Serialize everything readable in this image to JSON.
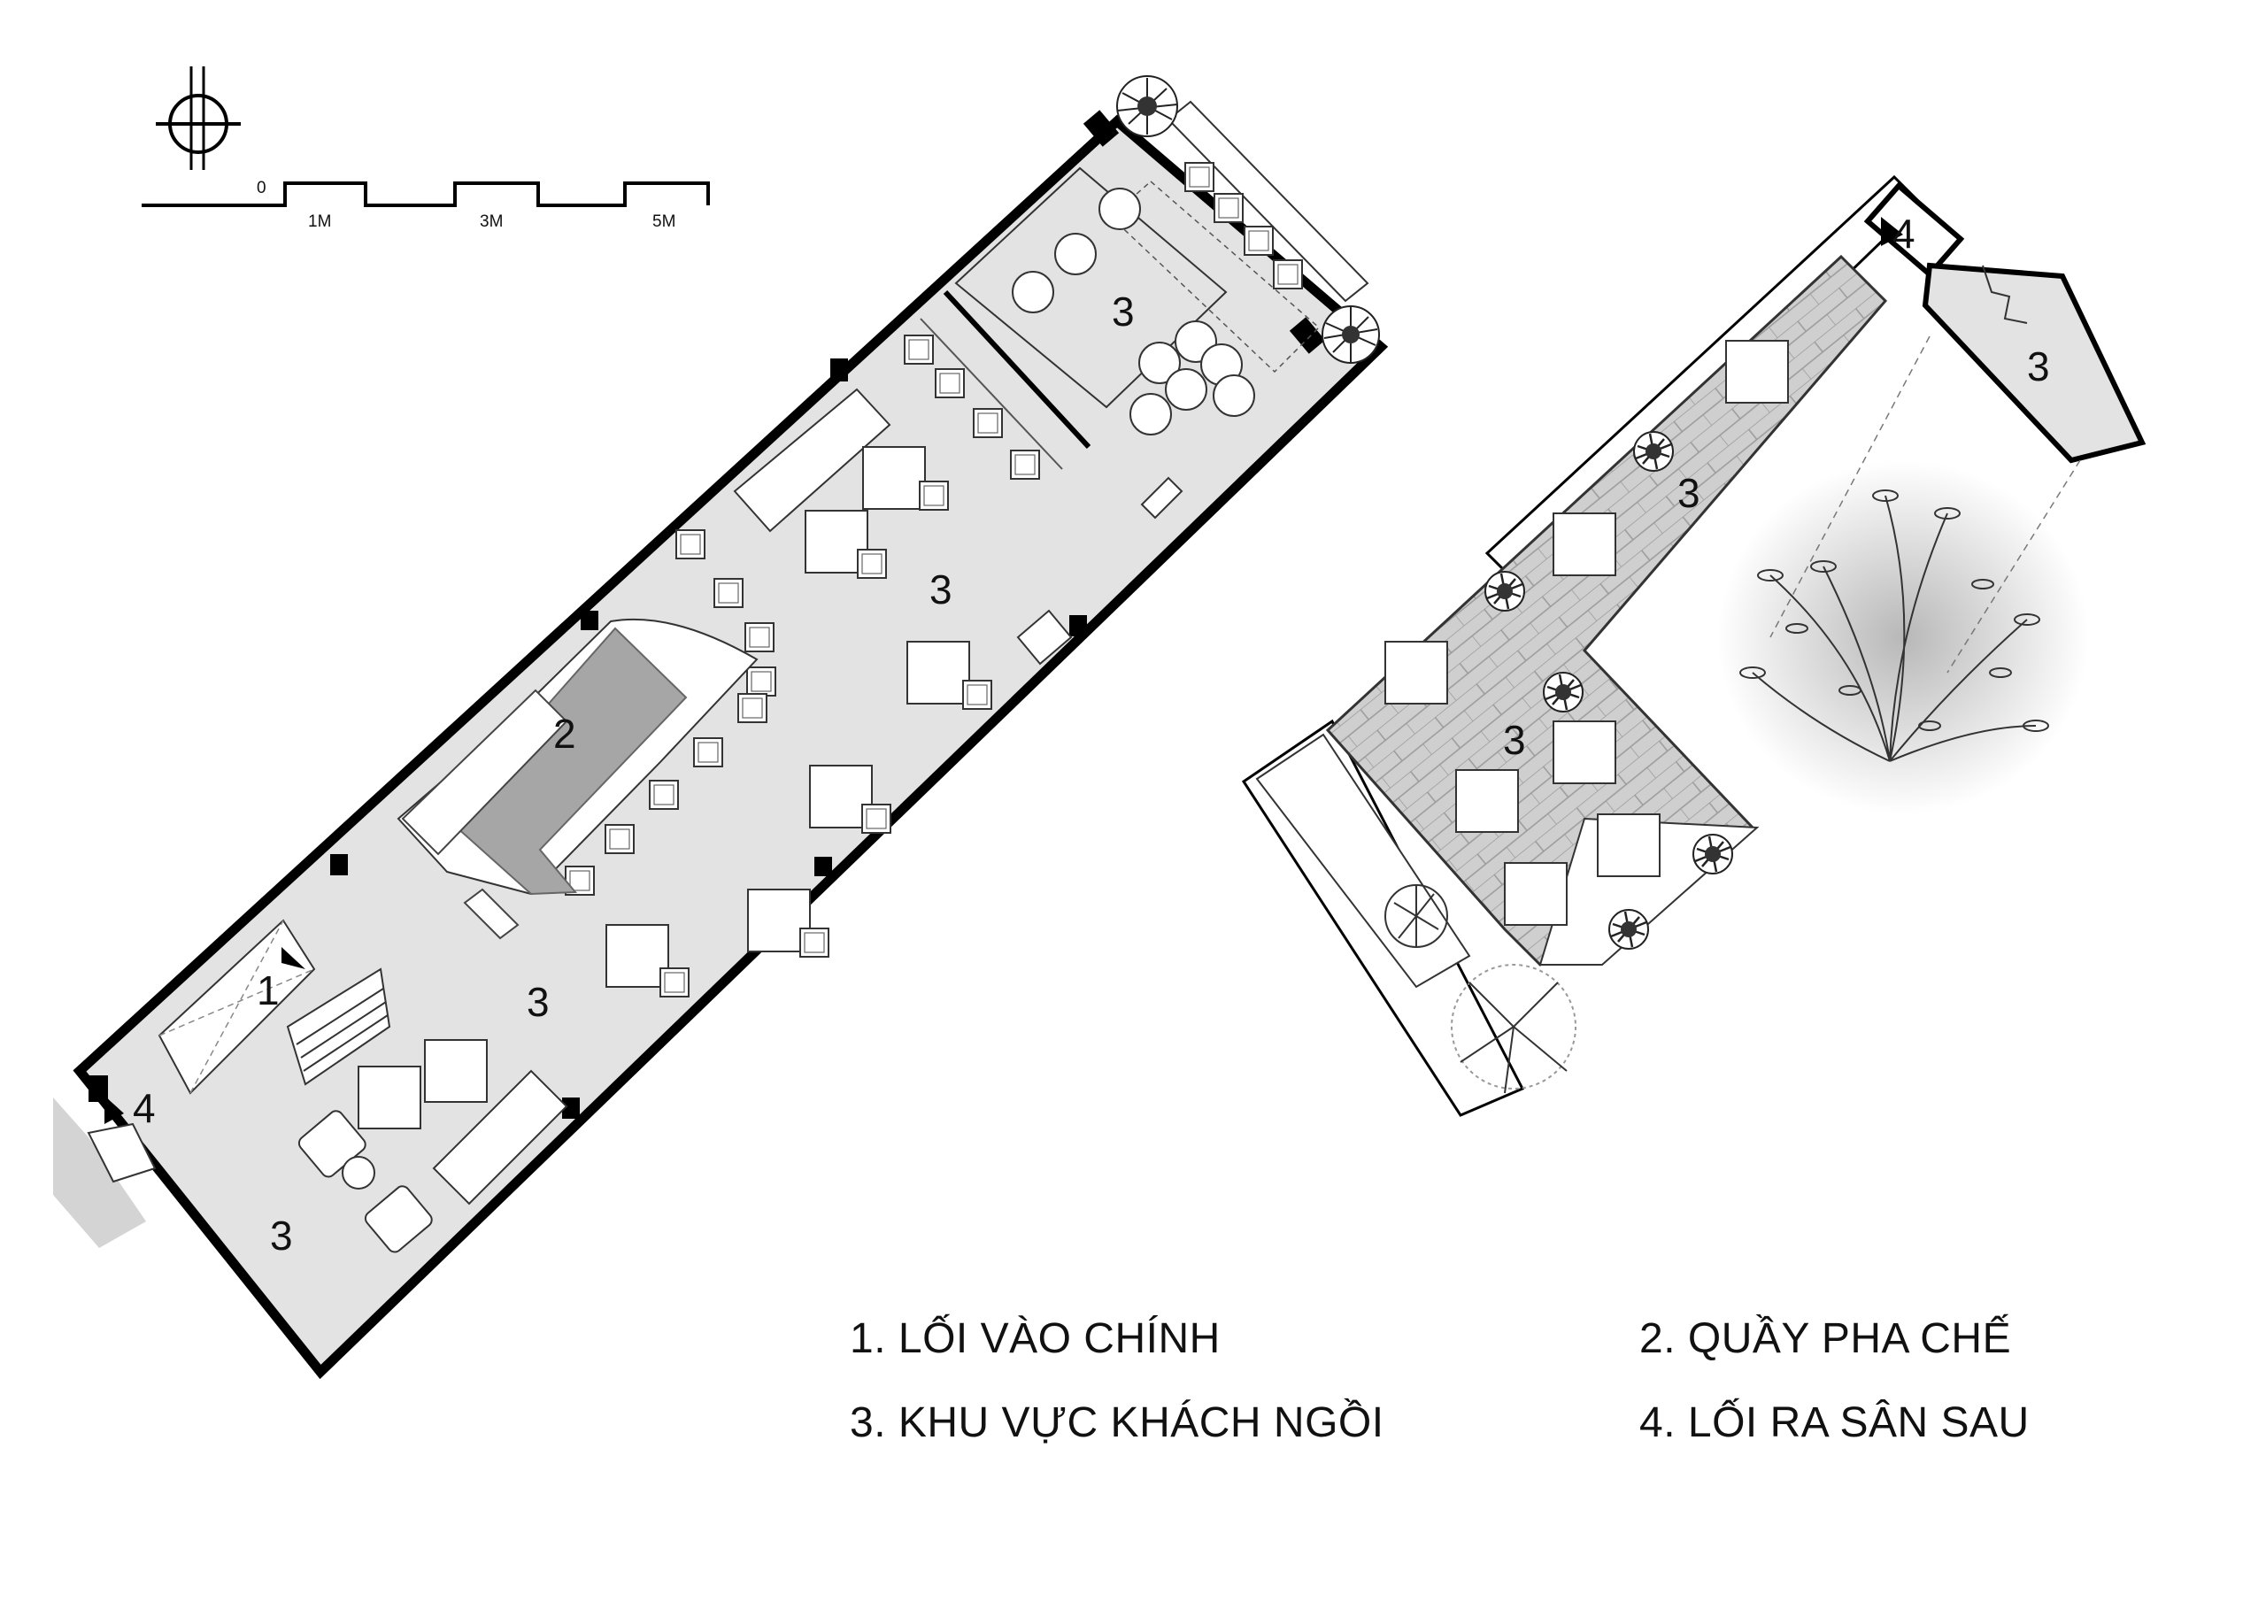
{
  "scale_bar": {
    "ticks": [
      "0",
      "1M",
      "3M",
      "5M"
    ]
  },
  "labels": {
    "entrance": "1",
    "bar": "2",
    "seating": "3",
    "exit": "4"
  },
  "legend": [
    {
      "text": "1. LỐI VÀO CHÍNH"
    },
    {
      "text": "2. QUẦY PHA CHẾ"
    },
    {
      "text": "3. KHU VỰC KHÁCH NGỒI"
    },
    {
      "text": "4. LỐI RA SÂN SAU"
    }
  ],
  "colors": {
    "wall": "#000000",
    "floor": "#e3e3e3",
    "bar_counter": "#a6a6a6",
    "paving": "#cfcfcf",
    "furniture": "#ffffff"
  }
}
